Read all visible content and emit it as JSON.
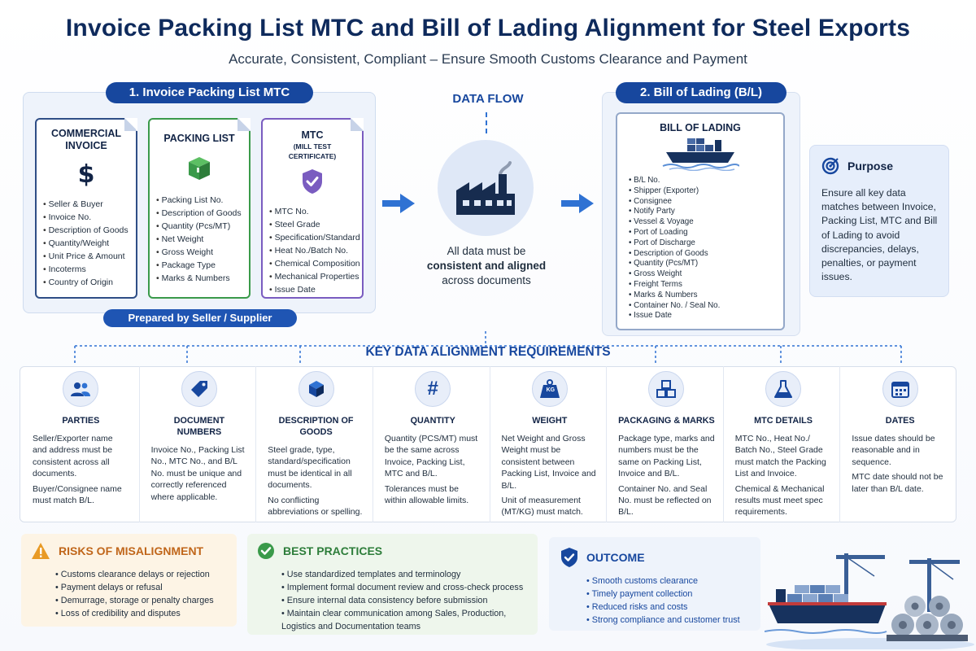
{
  "header": {
    "title": "Invoice Packing List MTC and Bill of Lading Alignment for Steel Exports",
    "subtitle": "Accurate, Consistent, Compliant – Ensure Smooth Customs Clearance and Payment"
  },
  "section1": {
    "label": "1. Invoice Packing List MTC",
    "footer": "Prepared by Seller / Supplier",
    "invoice": {
      "title_line1": "COMMERCIAL",
      "title_line2": "INVOICE",
      "icon": "dollar-icon",
      "items": [
        "Seller & Buyer",
        "Invoice No.",
        "Description of Goods",
        "Quantity/Weight",
        "Unit Price & Amount",
        "Incoterms",
        "Country of Origin"
      ]
    },
    "packing": {
      "title": "PACKING LIST",
      "icon": "box-icon",
      "items": [
        "Packing List No.",
        "Description of Goods",
        "Quantity (Pcs/MT)",
        "Net Weight",
        "Gross Weight",
        "Package Type",
        "Marks & Numbers"
      ]
    },
    "mtc": {
      "title": "MTC",
      "title_sub": "(MILL TEST CERTIFICATE)",
      "icon": "shield-check-icon",
      "items": [
        "MTC No.",
        "Steel Grade",
        "Specification/Standard",
        "Heat No./Batch No.",
        "Chemical Composition",
        "Mechanical Properties",
        "Issue Date"
      ]
    }
  },
  "dataflow": {
    "title": "DATA FLOW",
    "text_line1": "All data must be",
    "text_line2": "consistent and aligned",
    "text_line3": "across documents"
  },
  "section2": {
    "label": "2. Bill of Lading (B/L)",
    "box_title": "BILL OF LADING",
    "items": [
      "B/L No.",
      "Shipper (Exporter)",
      "Consignee",
      "Notify Party",
      "Vessel & Voyage",
      "Port of Loading",
      "Port of Discharge",
      "Description of Goods",
      "Quantity (Pcs/MT)",
      "Gross Weight",
      "Freight Terms",
      "Marks & Numbers",
      "Container No. / Seal No.",
      "Issue Date"
    ]
  },
  "purpose": {
    "title": "Purpose",
    "text": "Ensure all key data matches between Invoice, Packing List, MTC and Bill of Lading to avoid discrepancies, delays, penalties, or payment issues."
  },
  "requirements": {
    "title": "KEY DATA ALIGNMENT REQUIREMENTS",
    "items": [
      {
        "title": "PARTIES",
        "icon": "users-icon",
        "paras": [
          "Seller/Exporter name and address must be consistent across all documents.",
          "Buyer/Consignee name must match B/L."
        ]
      },
      {
        "title": "DOCUMENT NUMBERS",
        "icon": "tag-icon",
        "paras": [
          "Invoice No., Packing List No., MTC No., and B/L No. must be unique and correctly referenced where applicable."
        ]
      },
      {
        "title": "DESCRIPTION OF GOODS",
        "icon": "cube-icon",
        "paras": [
          "Steel grade, type, standard/specification must be identical in all documents.",
          "No conflicting abbreviations or spelling."
        ]
      },
      {
        "title": "QUANTITY",
        "icon": "hash-icon",
        "paras": [
          "Quantity (PCS/MT) must be the same across Invoice, Packing List, MTC and B/L.",
          "Tolerances must be within allowable limits."
        ]
      },
      {
        "title": "WEIGHT",
        "icon": "weight-icon",
        "icon_label": "KG",
        "paras": [
          "Net Weight and Gross Weight must be consistent between Packing List, Invoice and B/L.",
          "Unit of measurement (MT/KG) must match."
        ]
      },
      {
        "title": "PACKAGING & MARKS",
        "icon": "boxes-icon",
        "paras": [
          "Package type, marks and numbers must be the same on Packing List, Invoice and B/L.",
          "Container No. and Seal No. must be reflected on B/L."
        ]
      },
      {
        "title": "MTC DETAILS",
        "icon": "flask-icon",
        "paras": [
          "MTC No., Heat No./ Batch No., Steel Grade must match the Packing List and Invoice.",
          "Chemical & Mechanical results must meet spec requirements."
        ]
      },
      {
        "title": "DATES",
        "icon": "calendar-icon",
        "paras": [
          "Issue dates should be reasonable and in sequence.",
          "MTC date should not be later than B/L date."
        ]
      }
    ]
  },
  "risks": {
    "title": "RISKS OF MISALIGNMENT",
    "icon": "warning-icon",
    "items": [
      "Customs clearance delays or rejection",
      "Payment delays or refusal",
      "Demurrage, storage or penalty charges",
      "Loss of credibility and disputes"
    ]
  },
  "best": {
    "title": "BEST PRACTICES",
    "icon": "check-circle-icon",
    "items": [
      "Use standardized templates and terminology",
      "Implement formal document review and cross-check process",
      "Ensure internal data consistency before submission",
      "Maintain clear communication among Sales, Production, Logistics and Documentation teams"
    ]
  },
  "outcome": {
    "title": "OUTCOME",
    "icon": "shield-check-icon",
    "items": [
      "Smooth customs clearance",
      "Timely payment collection",
      "Reduced risks and costs",
      "Strong compliance and customer trust"
    ]
  },
  "colors": {
    "primary": "#17479e",
    "navy": "#0e2a5c",
    "green": "#3a9a4a",
    "purple": "#7a5cc0",
    "orange": "#e08a1e"
  }
}
